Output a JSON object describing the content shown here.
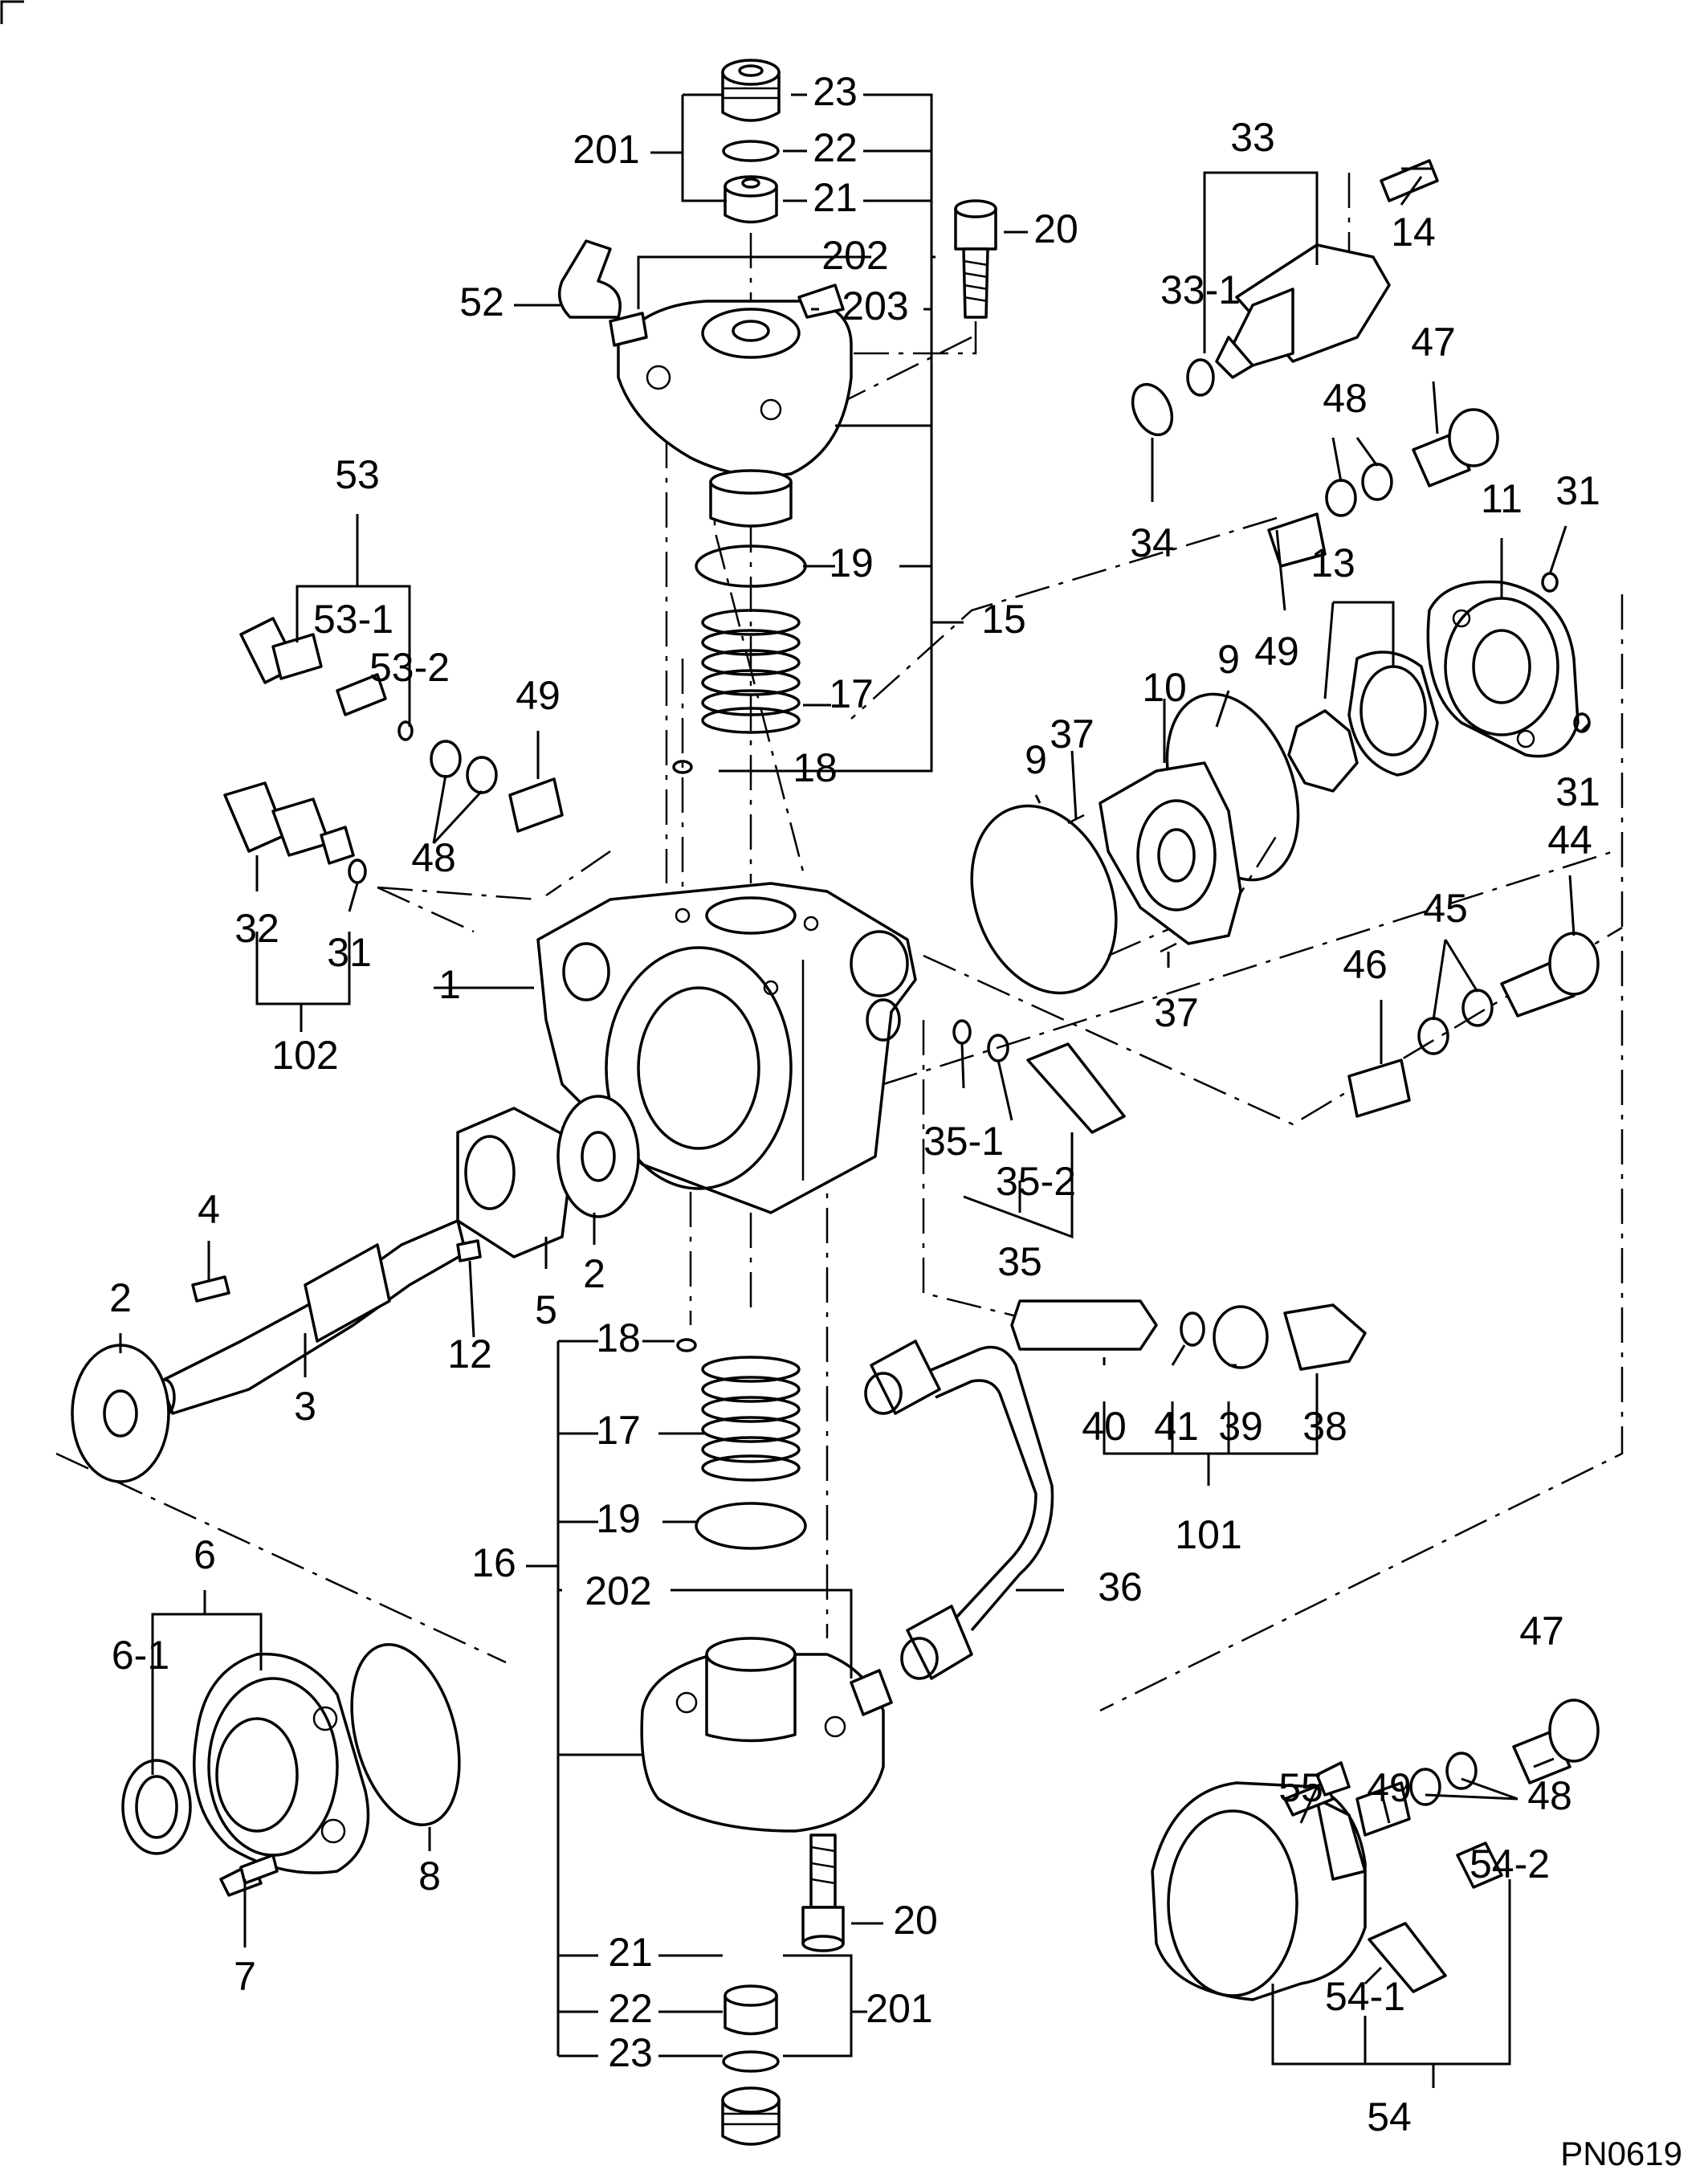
{
  "diagram_code": "PN0619",
  "labels": {
    "p1": "1",
    "p2a": "2",
    "p2b": "2",
    "p3": "3",
    "p4": "4",
    "p5": "5",
    "p6": "6",
    "p6_1": "6-1",
    "p7": "7",
    "p8": "8",
    "p9a": "9",
    "p9b": "9",
    "p10": "10",
    "p11": "11",
    "p12": "12",
    "p13": "13",
    "p14": "14",
    "p15": "15",
    "p16": "16",
    "p17a": "17",
    "p17b": "17",
    "p18a": "18",
    "p18b": "18",
    "p19a": "19",
    "p19b": "19",
    "p20a": "20",
    "p20b": "20",
    "p21a": "21",
    "p21b": "21",
    "p22a": "22",
    "p22b": "22",
    "p23a": "23",
    "p23b": "23",
    "p31a": "31",
    "p31b": "31",
    "p31c": "31",
    "p32": "32",
    "p33": "33",
    "p33_1": "33-1",
    "p34": "34",
    "p35": "35",
    "p35_1": "35-1",
    "p35_2": "35-2",
    "p36": "36",
    "p37a": "37",
    "p37b": "37",
    "p38": "38",
    "p39": "39",
    "p40": "40",
    "p41": "41",
    "p44": "44",
    "p45": "45",
    "p46": "46",
    "p47a": "47",
    "p47b": "47",
    "p48a": "48",
    "p48b": "48",
    "p48c": "48",
    "p49a": "49",
    "p49b": "49",
    "p49c": "49",
    "p52": "52",
    "p53": "53",
    "p53_1": "53-1",
    "p53_2": "53-2",
    "p54": "54",
    "p54_1": "54-1",
    "p54_2": "54-2",
    "p55": "55",
    "p101": "101",
    "p102": "102",
    "p201a": "201",
    "p201b": "201",
    "p202a": "202",
    "p202b": "202",
    "p203": "203"
  }
}
